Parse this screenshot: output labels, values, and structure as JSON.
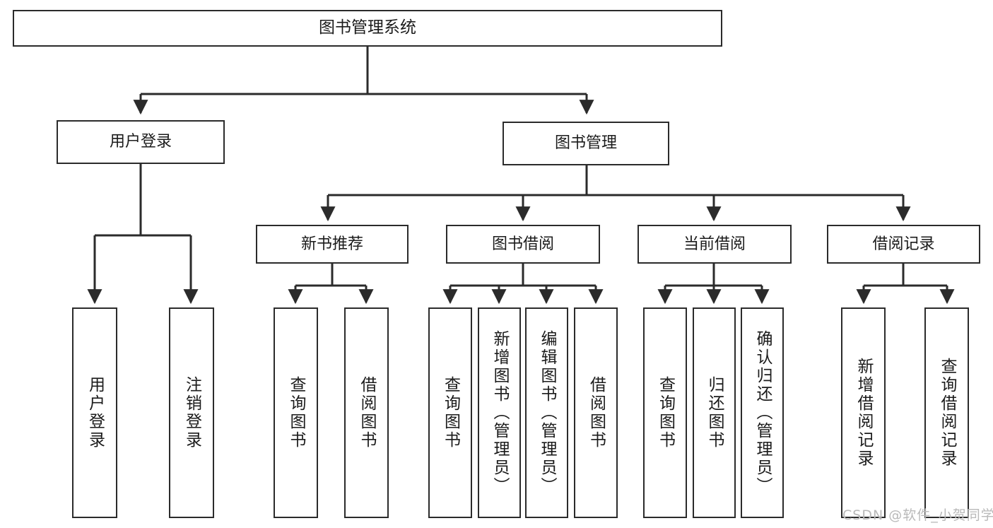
{
  "diagram": {
    "type": "tree-hierarchy-chart",
    "title": "图书管理系统",
    "watermark": "CSDN @软件_小贺同学",
    "colors": {
      "box_border": "#2b2b2b",
      "box_fill": "#ffffff",
      "connector": "#2b2b2b",
      "watermark": "#b9b9b9",
      "background": "#ffffff"
    },
    "levels": {
      "root": {
        "label": "图书管理系统"
      },
      "level2": [
        {
          "id": "user-login",
          "label": "用户登录"
        },
        {
          "id": "book-management",
          "label": "图书管理"
        }
      ],
      "level3": [
        {
          "id": "new-book-recommend",
          "label": "新书推荐"
        },
        {
          "id": "book-borrow",
          "label": "图书借阅"
        },
        {
          "id": "current-borrow",
          "label": "当前借阅"
        },
        {
          "id": "borrow-record",
          "label": "借阅记录"
        }
      ],
      "leaves": {
        "user_login": [
          {
            "id": "leaf-user-login",
            "label": "用户登录"
          },
          {
            "id": "leaf-logout-login",
            "label": "注销登录"
          }
        ],
        "new_book_recommend": [
          {
            "id": "leaf-query-book-1",
            "label": "查询图书"
          },
          {
            "id": "leaf-borrow-book-1",
            "label": "借阅图书"
          }
        ],
        "book_borrow": [
          {
            "id": "leaf-query-book-2",
            "label": "查询图书"
          },
          {
            "id": "leaf-add-book-admin",
            "label": "新增图书（管理员）"
          },
          {
            "id": "leaf-edit-book-admin",
            "label": "编辑图书（管理员）"
          },
          {
            "id": "leaf-borrow-book-2",
            "label": "借阅图书"
          }
        ],
        "current_borrow": [
          {
            "id": "leaf-query-book-3",
            "label": "查询图书"
          },
          {
            "id": "leaf-return-book",
            "label": "归还图书"
          },
          {
            "id": "leaf-confirm-return-admin",
            "label": "确认归还（管理员）"
          }
        ],
        "borrow_record": [
          {
            "id": "leaf-add-borrow-record",
            "label": "新增借阅记录"
          },
          {
            "id": "leaf-query-borrow-record",
            "label": "查询借阅记录"
          }
        ]
      }
    }
  }
}
